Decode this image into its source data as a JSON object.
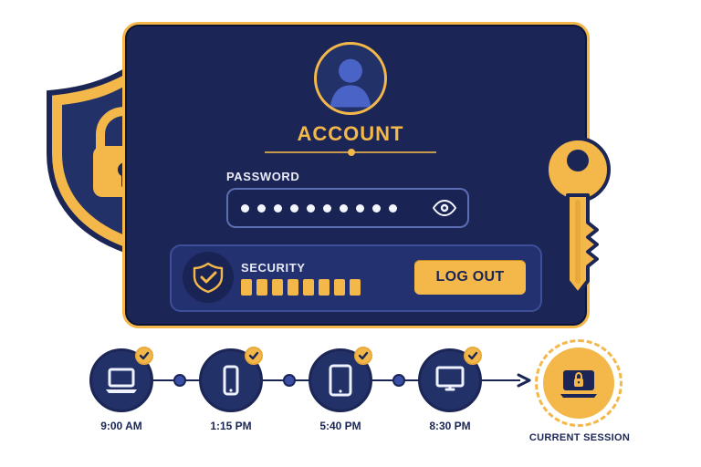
{
  "colors": {
    "navy": "#1b2656",
    "gold": "#f3b74a",
    "panel": "#233170"
  },
  "account": {
    "title": "ACCOUNT",
    "avatar_icon": "user-avatar-icon",
    "password_label": "PASSWORD",
    "password_masked": "••••••••••",
    "show_password_icon": "eye-icon"
  },
  "security": {
    "label": "SECURITY",
    "level_bars": 8,
    "logout_label": "LOG OUT",
    "badge_icon": "shield-check-icon"
  },
  "decor": {
    "shield_lock_icon": "shield-lock-icon",
    "key_icon": "key-icon"
  },
  "timeline": {
    "events": [
      {
        "time": "9:00 AM",
        "device_icon": "laptop-icon",
        "status_icon": "checkmark-icon"
      },
      {
        "time": "1:15 PM",
        "device_icon": "phone-icon",
        "status_icon": "checkmark-icon"
      },
      {
        "time": "5:40 PM",
        "device_icon": "tablet-icon",
        "status_icon": "checkmark-icon"
      },
      {
        "time": "8:30 PM",
        "device_icon": "desktop-monitor-icon",
        "status_icon": "checkmark-icon"
      }
    ],
    "current": {
      "label": "CURRENT SESSION",
      "icon": "laptop-lock-icon"
    }
  }
}
